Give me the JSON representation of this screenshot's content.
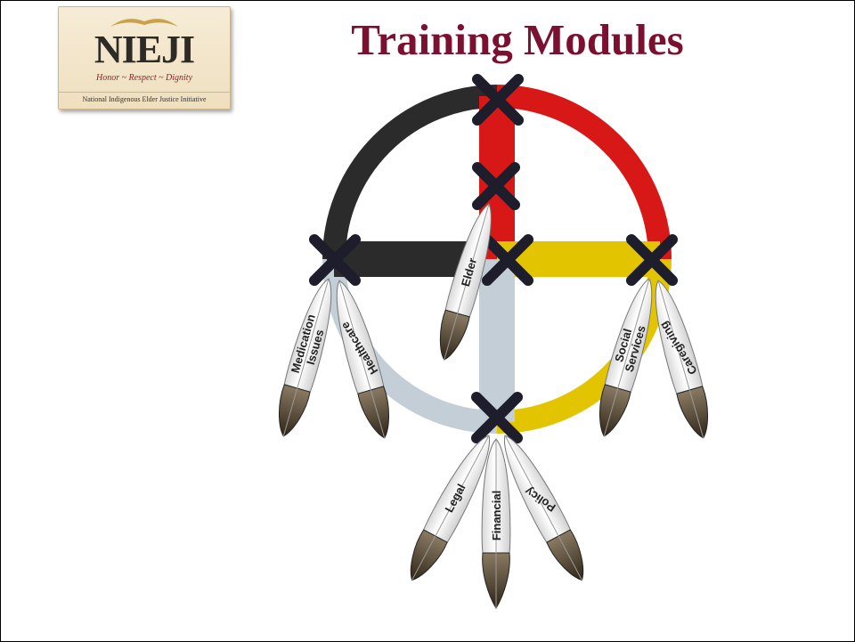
{
  "slide": {
    "title": "Training Modules"
  },
  "logo": {
    "mark": "NIEJI",
    "motto": "Honor ~ Respect ~ Dignity",
    "subtitle": "National Indigenous Elder Justice Initiative"
  },
  "wheel": {
    "quadrant_colors": {
      "top_left": "#2b2b2b",
      "top_right": "#d81717",
      "bottom_right": "#e3c400",
      "bottom_left": "#c3ced6"
    },
    "cross_color": "#1d1d2b"
  },
  "feathers": {
    "elder": "Elder",
    "medication_line1": "Medication",
    "medication_line2": "Issues",
    "healthcare": "Healthcare",
    "social_line1": "Social",
    "social_line2": "Services",
    "caregiving": "Caregiving",
    "legal": "Legal",
    "financial": "Financial",
    "policy": "Policy"
  }
}
